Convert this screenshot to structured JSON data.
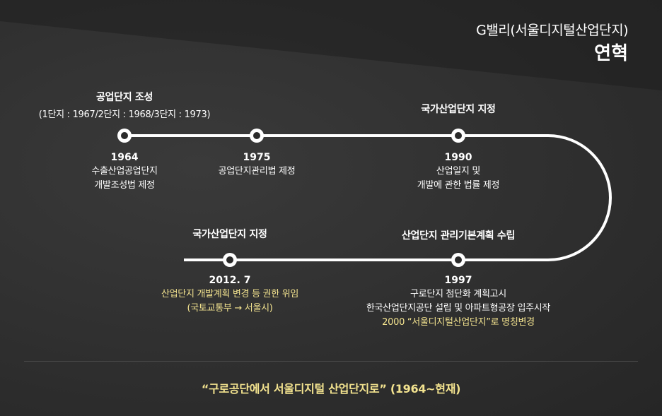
{
  "header": {
    "subtitle": "G밸리(서울디지털산업단지)",
    "title": "연혁"
  },
  "events": [
    {
      "title": "공업단지 조성",
      "subtitle": "(1단지 : 1967/2단지 : 1968/3단지 : 1973)",
      "year": "1964",
      "desc": [
        "수출산업공업단지",
        "개발조성법 제정"
      ]
    },
    {
      "year": "1975",
      "desc": [
        "공업단지관리법 제정"
      ]
    },
    {
      "title": "국가산업단지 지정",
      "year": "1990",
      "desc": [
        "산업일지 및",
        "개발에 관한 법률 제정"
      ]
    },
    {
      "title": "산업단지 관리기본계획 수립",
      "year": "1997",
      "desc": [
        "구로단지 첨단화 계획고시",
        "한국산업단지공단 설립 및 아파트형공장 입주시작"
      ],
      "highlight": "2000 “서울디지털산업단지”로 명칭변경"
    },
    {
      "title": "국가산업단지 지정",
      "year": "2012. 7",
      "highlight": [
        "산업단지 개발계획 변경 등 권한 위임",
        "(국토교통부 → 서울시)"
      ]
    }
  ],
  "footer": {
    "text": "“구로공단에서 서울디지털 산업단지로” (1964~현재)"
  },
  "colors": {
    "background": "#333333",
    "accent_yellow": "#f3e38f",
    "line": "#ffffff"
  }
}
